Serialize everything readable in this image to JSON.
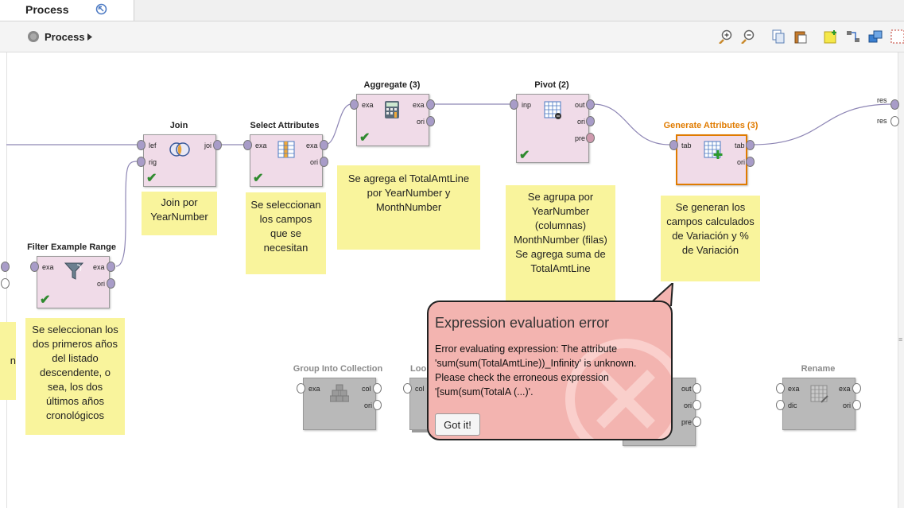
{
  "tab": {
    "title": "Process"
  },
  "breadcrumb": {
    "label": "Process"
  },
  "operators": {
    "join": {
      "title": "Join",
      "ports_in": [
        "lef",
        "rig"
      ],
      "ports_out": [
        "joi"
      ]
    },
    "select": {
      "title": "Select Attributes",
      "ports_in": [
        "exa"
      ],
      "ports_out": [
        "exa",
        "ori"
      ]
    },
    "aggregate": {
      "title": "Aggregate (3)",
      "ports_in": [
        "exa"
      ],
      "ports_out": [
        "exa",
        "ori"
      ]
    },
    "pivot": {
      "title": "Pivot (2)",
      "ports_in": [
        "inp"
      ],
      "ports_out": [
        "out",
        "ori",
        "pre"
      ]
    },
    "generate": {
      "title": "Generate Attributes (3)",
      "ports_in": [
        "tab"
      ],
      "ports_out": [
        "tab",
        "ori"
      ]
    },
    "filter": {
      "title": "Filter Example Range",
      "ports_in": [
        "exa"
      ],
      "ports_out": [
        "exa",
        "ori"
      ]
    },
    "group": {
      "title": "Group Into Collection",
      "ports_in": [
        "exa"
      ],
      "ports_out": [
        "col",
        "ori"
      ]
    },
    "loop": {
      "title": "Loo",
      "ports_in": [
        "col"
      ]
    },
    "hidden": {
      "ports_out": [
        "out",
        "ori",
        "pre"
      ]
    },
    "rename": {
      "title": "Rename",
      "ports_in": [
        "exa",
        "dic"
      ],
      "ports_out": [
        "exa",
        "ori"
      ]
    }
  },
  "result_ports": [
    "res",
    "res"
  ],
  "notes": {
    "join": "Join por YearNumber",
    "select": "Se seleccionan los campos que se necesitan",
    "aggregate": "Se agrega el TotalAmtLine por YearNumber y MonthNumber",
    "pivot": "Se agrupa por YearNumber (columnas) MonthNumber (filas) Se agrega suma de TotalAmtLine",
    "generate": "Se generan los campos calculados de Variación y % de Variación",
    "filter": "Se seleccionan los dos primeros años del listado descendente, o sea, los dos últimos años cronológicos",
    "left_cut": "n"
  },
  "error": {
    "title": "Expression evaluation error",
    "message": "Error evaluating expression: The attribute 'sum(sum(TotalAmtLine))_Infinity' is unknown. Please check the erroneous expression '[sum(sum(TotalA (...)'.",
    "button": "Got it!"
  },
  "colors": {
    "selected_title": "#e07b00",
    "note_bg": "#f9f49c",
    "error_bg": "#f3b4b0",
    "operator_bg": "#f0dbe8"
  }
}
